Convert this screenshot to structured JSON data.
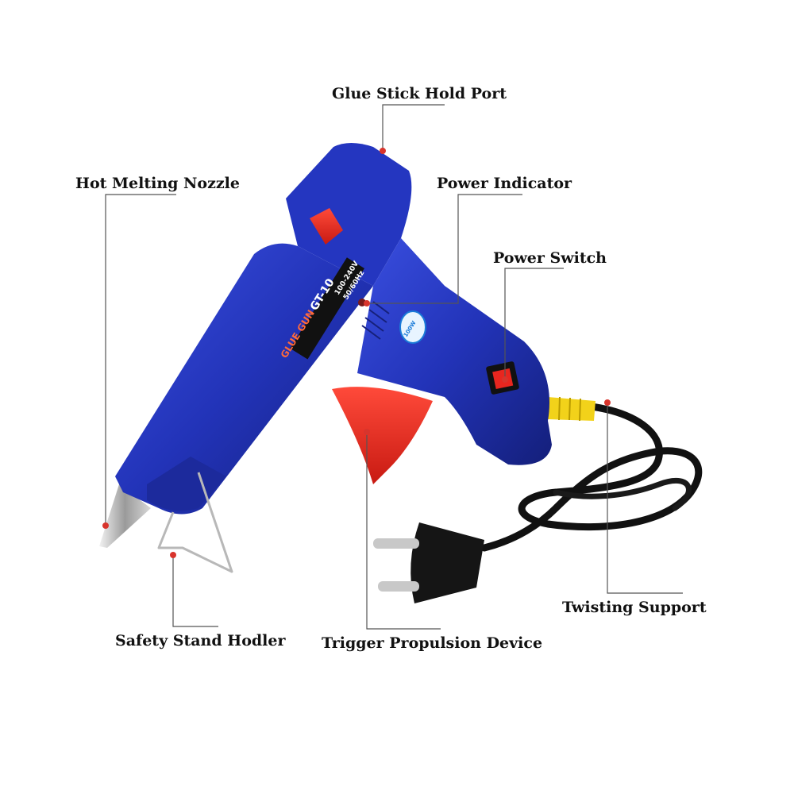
{
  "callouts": {
    "glue_stick_port": "Glue Stick Hold Port",
    "nozzle": "Hot Melting Nozzle",
    "power_indicator": "Power Indicator",
    "power_switch": "Power Switch",
    "twisting_support": "Twisting Support",
    "safety_stand": "Safety Stand Hodler",
    "trigger": "Trigger Propulsion Device"
  },
  "product": {
    "brand_text": "GLUE GUN",
    "model": "GT-10",
    "voltage": "100-240V",
    "frequency": "50/60Hz",
    "wattage_badge": "100W"
  },
  "colors": {
    "body_blue": "#2233b8",
    "trigger_red": "#e8261f",
    "cable_black": "#111111",
    "strain_relief_yellow": "#f2d21a",
    "marker_red": "#d8342c",
    "leader_line": "#555555"
  }
}
